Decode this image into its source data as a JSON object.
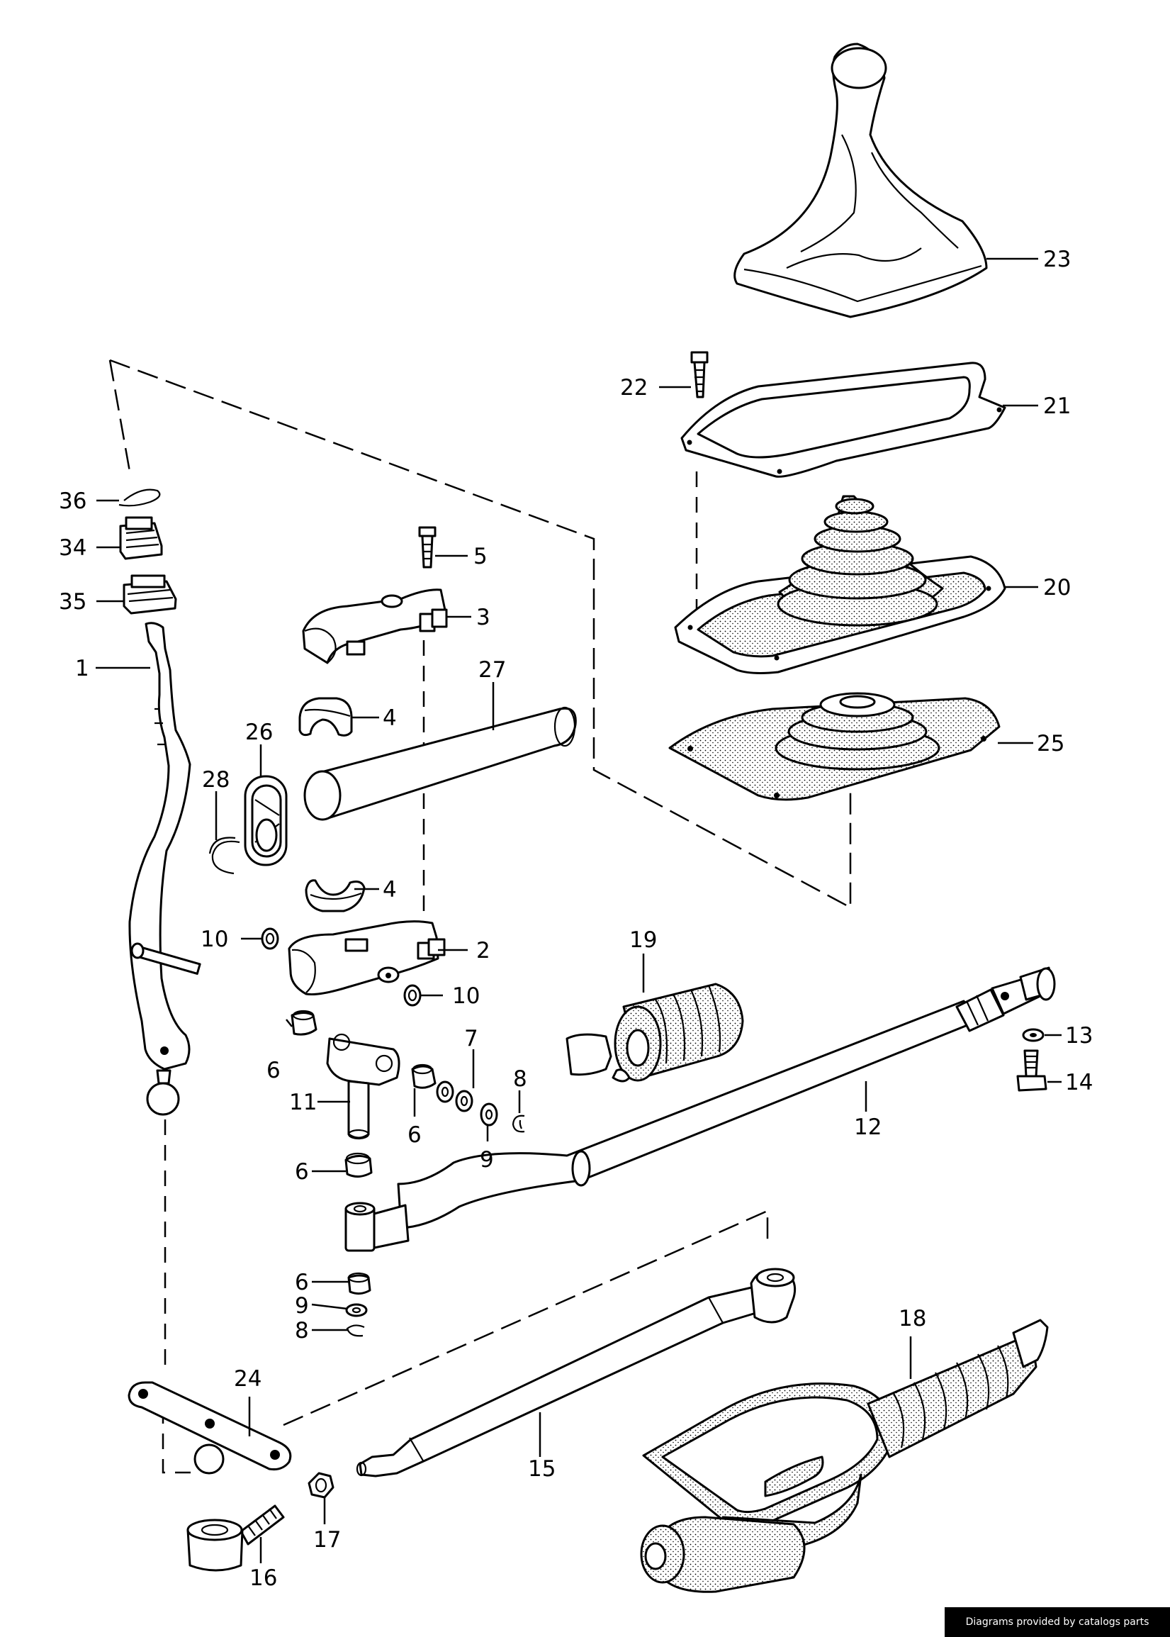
{
  "labels": {
    "p1": "1",
    "p2": "2",
    "p3": "3",
    "p4a": "4",
    "p4b": "4",
    "p5": "5",
    "p6a": "6",
    "p6b": "6",
    "p6c": "6",
    "p6d": "6",
    "p7": "7",
    "p8a": "8",
    "p8b": "8",
    "p9a": "9",
    "p9b": "9",
    "p10a": "10",
    "p10b": "10",
    "p11": "11",
    "p12": "12",
    "p13": "13",
    "p14": "14",
    "p15": "15",
    "p16": "16",
    "p17": "17",
    "p18": "18",
    "p19": "19",
    "p20": "20",
    "p21": "21",
    "p22": "22",
    "p23": "23",
    "p24": "24",
    "p25": "25",
    "p26": "26",
    "p27": "27",
    "p28": "28",
    "p34": "34",
    "p35": "35",
    "p36": "36"
  },
  "footer": {
    "credit": "Diagrams provided by catalogs parts"
  }
}
